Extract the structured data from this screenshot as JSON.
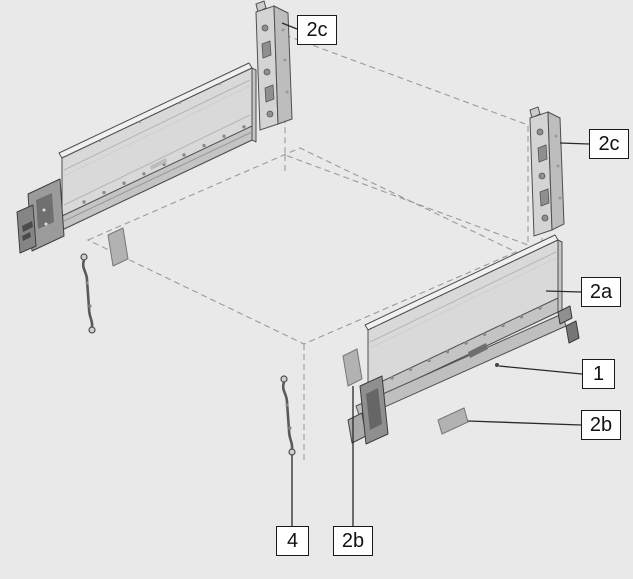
{
  "figure_type": "exploded-assembly-diagram",
  "colors": {
    "background": "#e9e9e9",
    "callout_background": "#ffffff",
    "callout_border": "#1a1a1a",
    "part_outline": "#4f4f4f",
    "panel_fill": "#d9d9d9",
    "rail_fill": "#c4c4c4",
    "dark_fitting_fill": "#8f8f8f",
    "dashed_line": "#9a9a9a",
    "leader_line": "#2a2a2a"
  },
  "callouts": [
    {
      "id": "callout-2c-top",
      "label": "2c",
      "target": "back-bracket-top"
    },
    {
      "id": "callout-2c-right",
      "label": "2c",
      "target": "back-bracket-right"
    },
    {
      "id": "callout-2a",
      "label": "2a",
      "target": "drawer-side-right-panel"
    },
    {
      "id": "callout-1",
      "label": "1",
      "target": "drawer-side-right-runner"
    },
    {
      "id": "callout-2b-right",
      "label": "2b",
      "target": "label-sticker-right"
    },
    {
      "id": "callout-2b-bottom",
      "label": "2b",
      "target": "label-sticker-front"
    },
    {
      "id": "callout-4",
      "label": "4",
      "target": "front-fixing-rod-right"
    }
  ],
  "parts": [
    {
      "id": "drawer-side-left",
      "name": "drawer side panel with runner (left)"
    },
    {
      "id": "drawer-side-right",
      "name": "drawer side panel with runner (right)"
    },
    {
      "id": "back-bracket-top",
      "name": "back fixing bracket (left)"
    },
    {
      "id": "back-bracket-right",
      "name": "back fixing bracket (right)"
    },
    {
      "id": "front-fixing-rod-left",
      "name": "front fixing rod (left)"
    },
    {
      "id": "front-fixing-rod-right",
      "name": "front fixing rod (right)"
    },
    {
      "id": "label-sticker-left",
      "name": "label sticker on left side"
    },
    {
      "id": "label-sticker-front",
      "name": "label sticker (front)"
    },
    {
      "id": "label-sticker-right",
      "name": "label sticker (right)"
    },
    {
      "id": "back-panel-outline",
      "name": "back panel position (dashed outline)"
    },
    {
      "id": "bottom-panel-outline",
      "name": "drawer bottom position (dashed outline)"
    }
  ]
}
